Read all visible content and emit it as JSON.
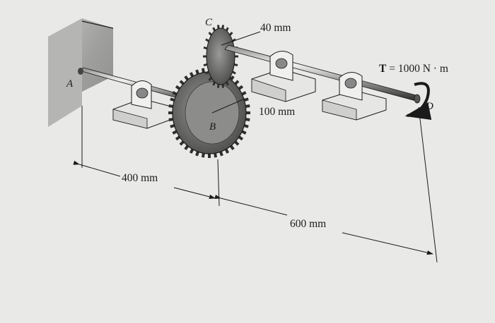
{
  "points": {
    "a": "A",
    "b": "B",
    "c": "C",
    "d": "D"
  },
  "dimensions": {
    "gear_c_radius": "40 mm",
    "gear_b_radius": "100 mm",
    "length_ab": "400 mm",
    "length_bd": "600 mm"
  },
  "torque": {
    "symbol": "T",
    "equals": "=",
    "value": "1000 N · m"
  },
  "colors": {
    "paper": "#e9e9e7",
    "ink": "#1b1b1b",
    "wall": "#a9a9a7",
    "gear": "#6f6f6d"
  }
}
